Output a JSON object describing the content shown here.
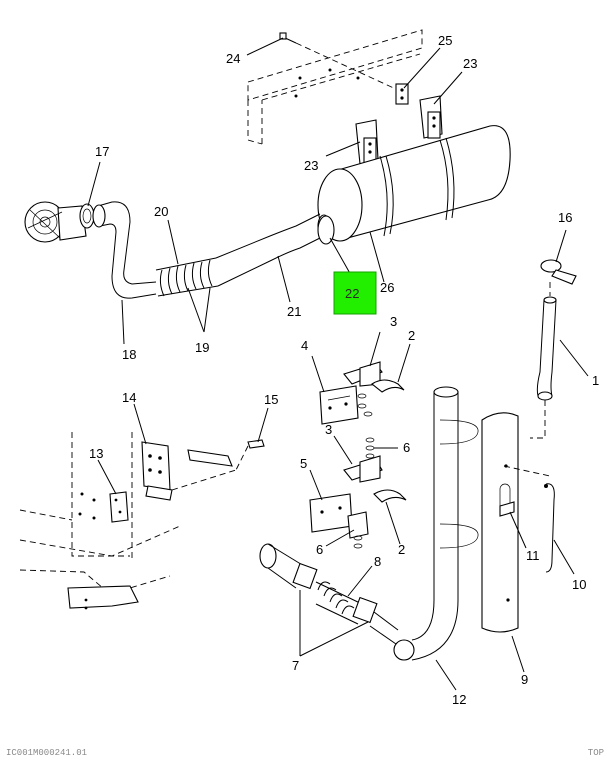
{
  "diagram": {
    "highlight_color": "#22ee00",
    "highlighted_callout": "22",
    "callouts": {
      "c1": "1",
      "c2a": "2",
      "c2b": "2",
      "c3a": "3",
      "c3b": "3",
      "c4": "4",
      "c5": "5",
      "c6a": "6",
      "c6b": "6",
      "c7": "7",
      "c8": "8",
      "c9": "9",
      "c10": "10",
      "c11": "11",
      "c12": "12",
      "c13": "13",
      "c14": "14",
      "c15": "15",
      "c16": "16",
      "c17": "17",
      "c18": "18",
      "c19": "19",
      "c20": "20",
      "c21": "21",
      "c22": "22",
      "c23a": "23",
      "c23b": "23",
      "c24": "24",
      "c25": "25",
      "c26": "26"
    }
  },
  "footer": {
    "left": "IC001M000241.01",
    "right": "TOP"
  }
}
